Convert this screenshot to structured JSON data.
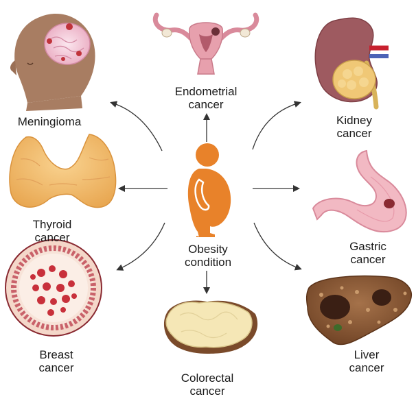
{
  "center": {
    "line1": "Obesity",
    "line2": "condition"
  },
  "organs": {
    "meningioma": {
      "line1": "Meningioma",
      "line2": ""
    },
    "endometrial": {
      "line1": "Endometrial",
      "line2": "cancer"
    },
    "kidney": {
      "line1": "Kidney",
      "line2": "cancer"
    },
    "thyroid": {
      "line1": "Thyroid",
      "line2": "cancer"
    },
    "gastric": {
      "line1": "Gastric",
      "line2": "cancer"
    },
    "breast": {
      "line1": "Breast",
      "line2": "cancer"
    },
    "colorectal": {
      "line1": "Colorectal",
      "line2": "cancer"
    },
    "liver": {
      "line1": "Liver",
      "line2": "cancer"
    }
  },
  "colors": {
    "figure": "#e8822a",
    "arrow": "#333333"
  }
}
